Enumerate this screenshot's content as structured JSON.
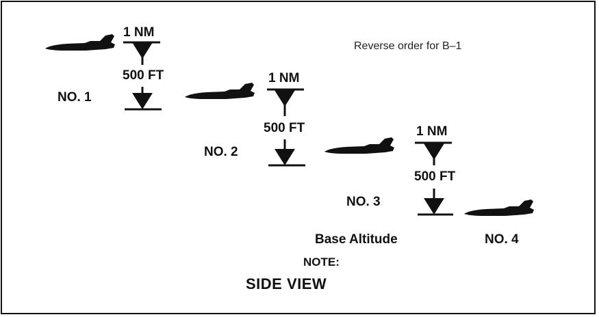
{
  "note_reverse": "Reverse order for B–1",
  "aircraft": [
    {
      "label": "NO. 1",
      "separation_top": "1 NM",
      "separation_mid": "500 FT"
    },
    {
      "label": "NO. 2",
      "separation_top": "1 NM",
      "separation_mid": "500 FT"
    },
    {
      "label": "NO. 3",
      "separation_top": "1 NM",
      "separation_mid": "500 FT"
    },
    {
      "label": "NO. 4"
    }
  ],
  "base_altitude": "Base Altitude",
  "note_label": "NOTE:",
  "view_title": "SIDE VIEW",
  "icons": [
    "jet-silhouette-icon",
    "double-arrow-icon"
  ]
}
